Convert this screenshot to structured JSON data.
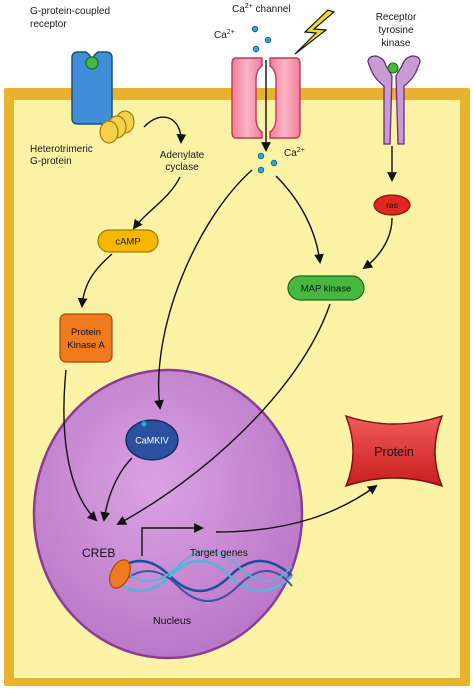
{
  "colors": {
    "cell_border": "#E8B12E",
    "cytoplasm": "#FAF3A6",
    "nucleus": "#C98BD6",
    "nucleus_border": "#8A3C94",
    "gpcr": "#3F8FD8",
    "g_protein": "#F7D04A",
    "ca_channel": "#F59AB0",
    "rtk": "#C89BD3",
    "camp": "#F5B700",
    "pka": "#F07A1E",
    "map_kinase": "#46B83F",
    "ras": "#E0261E",
    "camkiv": "#2C4FA0",
    "protein": "#E02828",
    "creb": "#F07A1E",
    "dna_a": "#1F4F9C",
    "dna_b": "#4FB8D8",
    "ion": "#2AA6D6",
    "bolt": "#F2DA1C"
  },
  "labels": {
    "gpcr_line1": "G-protein-coupled",
    "gpcr_line2": "receptor",
    "ca_channel_main": "Ca",
    "ca_channel_sup": "2+",
    "ca_channel_rest": " channel",
    "ca_top_main": "Ca",
    "ca_top_sup": "2+",
    "ca_in_main": "Ca",
    "ca_in_sup": "2+",
    "rtk_line1": "Receptor",
    "rtk_line2": "tyrosine",
    "rtk_line3": "kinase",
    "gprotein_line1": "Heterotrimeric",
    "gprotein_line2": "G-protein",
    "ac_line1": "Adenylate",
    "ac_line2": "cyclase",
    "camp": "cAMP",
    "pka_line1": "Protein",
    "pka_line2": "Kinase A",
    "ras": "ras",
    "map_kinase": "MAP kinase",
    "camkiv": "CaMKIV",
    "protein": "Protein",
    "creb": "CREB",
    "target_genes": "Target genes",
    "nucleus": "Nucleus"
  },
  "icons": {
    "lightning": "lightning-bolt-icon"
  }
}
